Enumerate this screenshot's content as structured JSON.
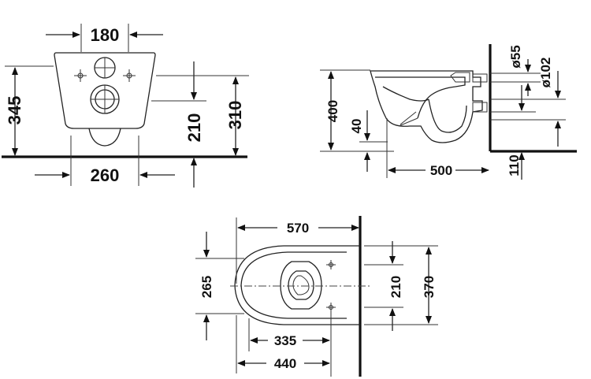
{
  "front_view": {
    "width_top": "180",
    "height_total": "345",
    "height_inlet": "210",
    "height_seat": "310",
    "width_bottom": "260"
  },
  "side_view": {
    "height_total": "400",
    "height_outlet": "40",
    "depth": "500",
    "offset_floor": "110",
    "diameter_small": "ø55",
    "diameter_large": "ø102"
  },
  "top_view": {
    "length_total": "570",
    "width_holes": "265",
    "hole_spacing": "210",
    "width_total": "370",
    "hole_distance": "335",
    "hole_distance_total": "440"
  }
}
